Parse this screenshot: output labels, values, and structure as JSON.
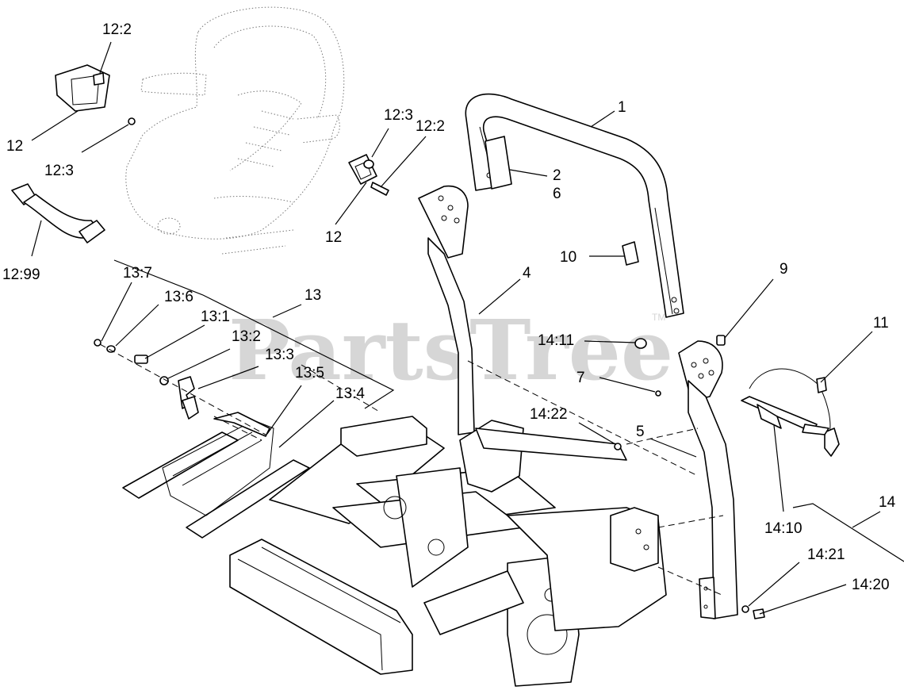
{
  "watermark": {
    "text": "PartsTree",
    "tm": "TM"
  },
  "callouts": [
    {
      "id": "c-12-2-a",
      "text": "12:2"
    },
    {
      "id": "c-12-a",
      "text": "12"
    },
    {
      "id": "c-12-3-a",
      "text": "12:3"
    },
    {
      "id": "c-12-99",
      "text": "12:99"
    },
    {
      "id": "c-12-3-b",
      "text": "12:3"
    },
    {
      "id": "c-12-2-b",
      "text": "12:2"
    },
    {
      "id": "c-12-b",
      "text": "12"
    },
    {
      "id": "c-1",
      "text": "1"
    },
    {
      "id": "c-2",
      "text": "2"
    },
    {
      "id": "c-6",
      "text": "6"
    },
    {
      "id": "c-10",
      "text": "10"
    },
    {
      "id": "c-4",
      "text": "4"
    },
    {
      "id": "c-9",
      "text": "9"
    },
    {
      "id": "c-11",
      "text": "11"
    },
    {
      "id": "c-13-7",
      "text": "13:7"
    },
    {
      "id": "c-13",
      "text": "13"
    },
    {
      "id": "c-13-6",
      "text": "13:6"
    },
    {
      "id": "c-13-1",
      "text": "13:1"
    },
    {
      "id": "c-13-2",
      "text": "13:2"
    },
    {
      "id": "c-13-3",
      "text": "13:3"
    },
    {
      "id": "c-13-5",
      "text": "13:5"
    },
    {
      "id": "c-13-4",
      "text": "13:4"
    },
    {
      "id": "c-14-11",
      "text": "14:11"
    },
    {
      "id": "c-7",
      "text": "7"
    },
    {
      "id": "c-14-22",
      "text": "14:22"
    },
    {
      "id": "c-5",
      "text": "5"
    },
    {
      "id": "c-14",
      "text": "14"
    },
    {
      "id": "c-14-10",
      "text": "14:10"
    },
    {
      "id": "c-14-21",
      "text": "14:21"
    },
    {
      "id": "c-14-20",
      "text": "14:20"
    }
  ]
}
